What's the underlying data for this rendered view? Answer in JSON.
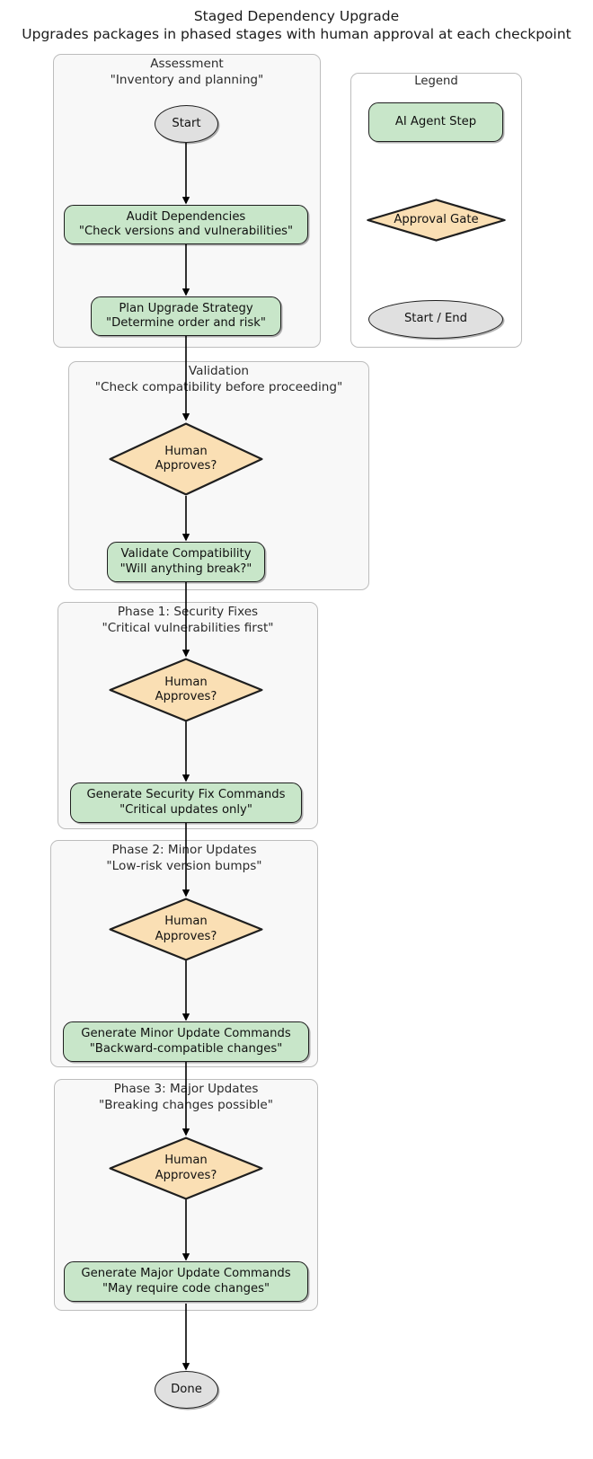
{
  "title": {
    "main": "Staged Dependency Upgrade",
    "subtitle": "Upgrades packages in phased stages with human approval at each checkpoint"
  },
  "clusters": [
    {
      "id": "assessment",
      "label": "Assessment",
      "sublabel": "\"Inventory and planning\""
    },
    {
      "id": "validation",
      "label": "Validation",
      "sublabel": "\"Check compatibility before proceeding\""
    },
    {
      "id": "phase1",
      "label": "Phase 1: Security Fixes",
      "sublabel": "\"Critical vulnerabilities first\""
    },
    {
      "id": "phase2",
      "label": "Phase 2: Minor Updates",
      "sublabel": "\"Low-risk version bumps\""
    },
    {
      "id": "phase3",
      "label": "Phase 3: Major Updates",
      "sublabel": "\"Breaking changes possible\""
    }
  ],
  "nodes": {
    "start": {
      "line1": "Start",
      "line2": "",
      "type": "terminal"
    },
    "audit": {
      "line1": "Audit Dependencies",
      "line2": "\"Check versions and vulnerabilities\"",
      "type": "step"
    },
    "plan": {
      "line1": "Plan Upgrade Strategy",
      "line2": "\"Determine order and risk\"",
      "type": "step"
    },
    "gate_validation": {
      "line1": "Human",
      "line2": "Approves?",
      "type": "gate"
    },
    "validate": {
      "line1": "Validate Compatibility",
      "line2": "\"Will anything break?\"",
      "type": "step"
    },
    "gate_phase1": {
      "line1": "Human",
      "line2": "Approves?",
      "type": "gate"
    },
    "security_fix": {
      "line1": "Generate Security Fix Commands",
      "line2": "\"Critical updates only\"",
      "type": "step"
    },
    "gate_phase2": {
      "line1": "Human",
      "line2": "Approves?",
      "type": "gate"
    },
    "minor_update": {
      "line1": "Generate Minor Update Commands",
      "line2": "\"Backward-compatible changes\"",
      "type": "step"
    },
    "gate_phase3": {
      "line1": "Human",
      "line2": "Approves?",
      "type": "gate"
    },
    "major_update": {
      "line1": "Generate Major Update Commands",
      "line2": "\"May require code changes\"",
      "type": "step"
    },
    "done": {
      "line1": "Done",
      "line2": "",
      "type": "terminal"
    }
  },
  "legend": {
    "title": "Legend",
    "items": [
      {
        "label": "AI Agent Step",
        "shape": "rounded-rect",
        "color": "#c8e6c9"
      },
      {
        "label": "Approval Gate",
        "shape": "diamond",
        "color": "#fadfb4"
      },
      {
        "label": "Start / End",
        "shape": "ellipse",
        "color": "#e0e0e0"
      }
    ]
  },
  "flow": {
    "edges": [
      {
        "from": "start",
        "to": "audit"
      },
      {
        "from": "audit",
        "to": "plan"
      },
      {
        "from": "plan",
        "to": "gate_validation"
      },
      {
        "from": "gate_validation",
        "to": "validate"
      },
      {
        "from": "validate",
        "to": "gate_phase1"
      },
      {
        "from": "gate_phase1",
        "to": "security_fix"
      },
      {
        "from": "security_fix",
        "to": "gate_phase2"
      },
      {
        "from": "gate_phase2",
        "to": "minor_update"
      },
      {
        "from": "minor_update",
        "to": "gate_phase3"
      },
      {
        "from": "gate_phase3",
        "to": "major_update"
      },
      {
        "from": "major_update",
        "to": "done"
      }
    ]
  },
  "colors": {
    "agent_step": "#c8e6c9",
    "approval_gate": "#fadfb4",
    "terminal": "#e0e0e0",
    "cluster_bg": "#f8f8f8",
    "cluster_border": "#bdbdbd",
    "stroke": "#1f1f1f"
  }
}
